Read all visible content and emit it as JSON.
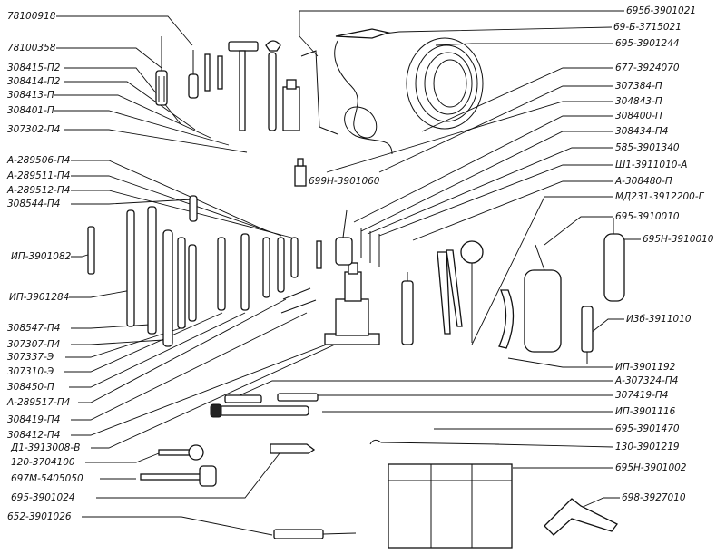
{
  "labels": [
    "78100918",
    "78100358",
    "308415-П2",
    "308414-П2",
    "308413-П",
    "308401-П",
    "307302-П4",
    "А-289506-П4",
    "А-289511-П4",
    "А-289512-П4",
    "308544-П4",
    "ИП-3901082",
    "ИП-3901284",
    "308547-П4",
    "307307-П4",
    "307337-Э",
    "307310-Э",
    "308450-П",
    "А-289517-П4",
    "308419-П4",
    "308412-П4",
    "Д1-3913008-В",
    "120-3704100",
    "697М-5405050",
    "695-3901024",
    "652-3901026",
    "699Н-3901060",
    "695б-3901021",
    "69-Б-3715021",
    "695-3901244",
    "677-3924070",
    "307384-П",
    "304843-П",
    "308400-П",
    "308434-П4",
    "585-3901340",
    "Ш1-3911010-А",
    "А-308480-П",
    "МД231-3912200-Г",
    "695-3910010",
    "695Н-3910010",
    "И3б-3911010",
    "ИП-3901192",
    "А-307324-П4",
    "307419-П4",
    "ИП-3901116",
    "695-3901470",
    "130-3901219",
    "695Н-3901002",
    "698-3927010"
  ]
}
